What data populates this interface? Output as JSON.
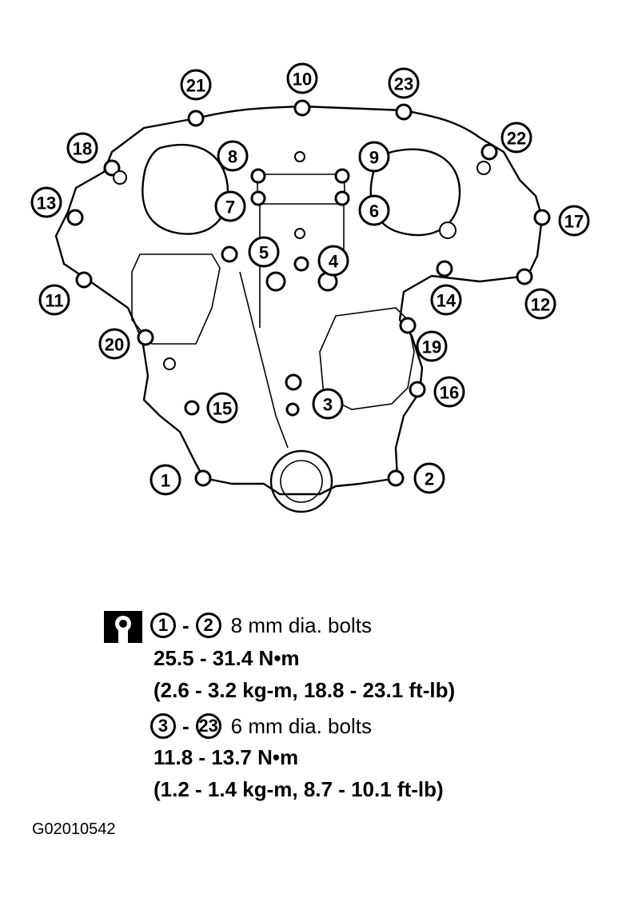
{
  "diagram": {
    "callouts": [
      {
        "label": "1"
      },
      {
        "label": "2"
      },
      {
        "label": "3"
      },
      {
        "label": "4"
      },
      {
        "label": "5"
      },
      {
        "label": "6"
      },
      {
        "label": "7"
      },
      {
        "label": "8"
      },
      {
        "label": "9"
      },
      {
        "label": "10"
      },
      {
        "label": "11"
      },
      {
        "label": "12"
      },
      {
        "label": "13"
      },
      {
        "label": "14"
      },
      {
        "label": "15"
      },
      {
        "label": "16"
      },
      {
        "label": "17"
      },
      {
        "label": "18"
      },
      {
        "label": "19"
      },
      {
        "label": "20"
      },
      {
        "label": "21"
      },
      {
        "label": "22"
      },
      {
        "label": "23"
      }
    ]
  },
  "legend": {
    "icon": "torque-wrench-icon",
    "group1": {
      "from": "1",
      "dash": "-",
      "to": "2",
      "description": "8 mm dia. bolts",
      "torque_metric": "25.5 - 31.4 N•m",
      "torque_other": "(2.6 - 3.2 kg-m, 18.8 - 23.1 ft-lb)"
    },
    "group2": {
      "from": "3",
      "dash": "-",
      "to": "23",
      "description": "6 mm dia. bolts",
      "torque_metric": "11.8 - 13.7 N•m",
      "torque_other": "(1.2 - 1.4 kg-m, 8.7 - 10.1 ft-lb)"
    }
  },
  "figure_code": "G02010542"
}
